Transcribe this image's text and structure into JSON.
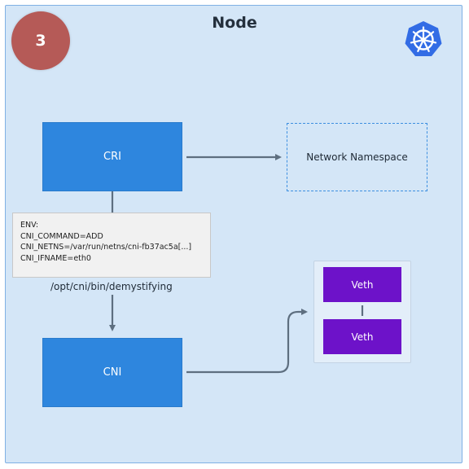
{
  "node": {
    "title": "Node",
    "step_number": "3",
    "logo_icon": "kubernetes-helm-wheel-icon"
  },
  "boxes": {
    "cri_label": "CRI",
    "cni_label": "CNI",
    "network_namespace_label": "Network Namespace"
  },
  "env_block": {
    "lines": [
      "ENV:",
      "CNI_COMMAND=ADD",
      "CNI_NETNS=/var/run/netns/cni-fb37ac5a[...]",
      "CNI_IFNAME=eth0"
    ]
  },
  "plugin_path": "/opt/cni/bin/demystifying",
  "veth_pair": {
    "top_label": "Veth",
    "bottom_label": "Veth"
  },
  "colors": {
    "frame_background": "#d4e6f7",
    "frame_border": "#7fb0e4",
    "component_blue": "#2e86de",
    "veth_purple": "#6d12c9",
    "badge_red": "#b55a57",
    "connector_gray": "#5e6f80"
  }
}
